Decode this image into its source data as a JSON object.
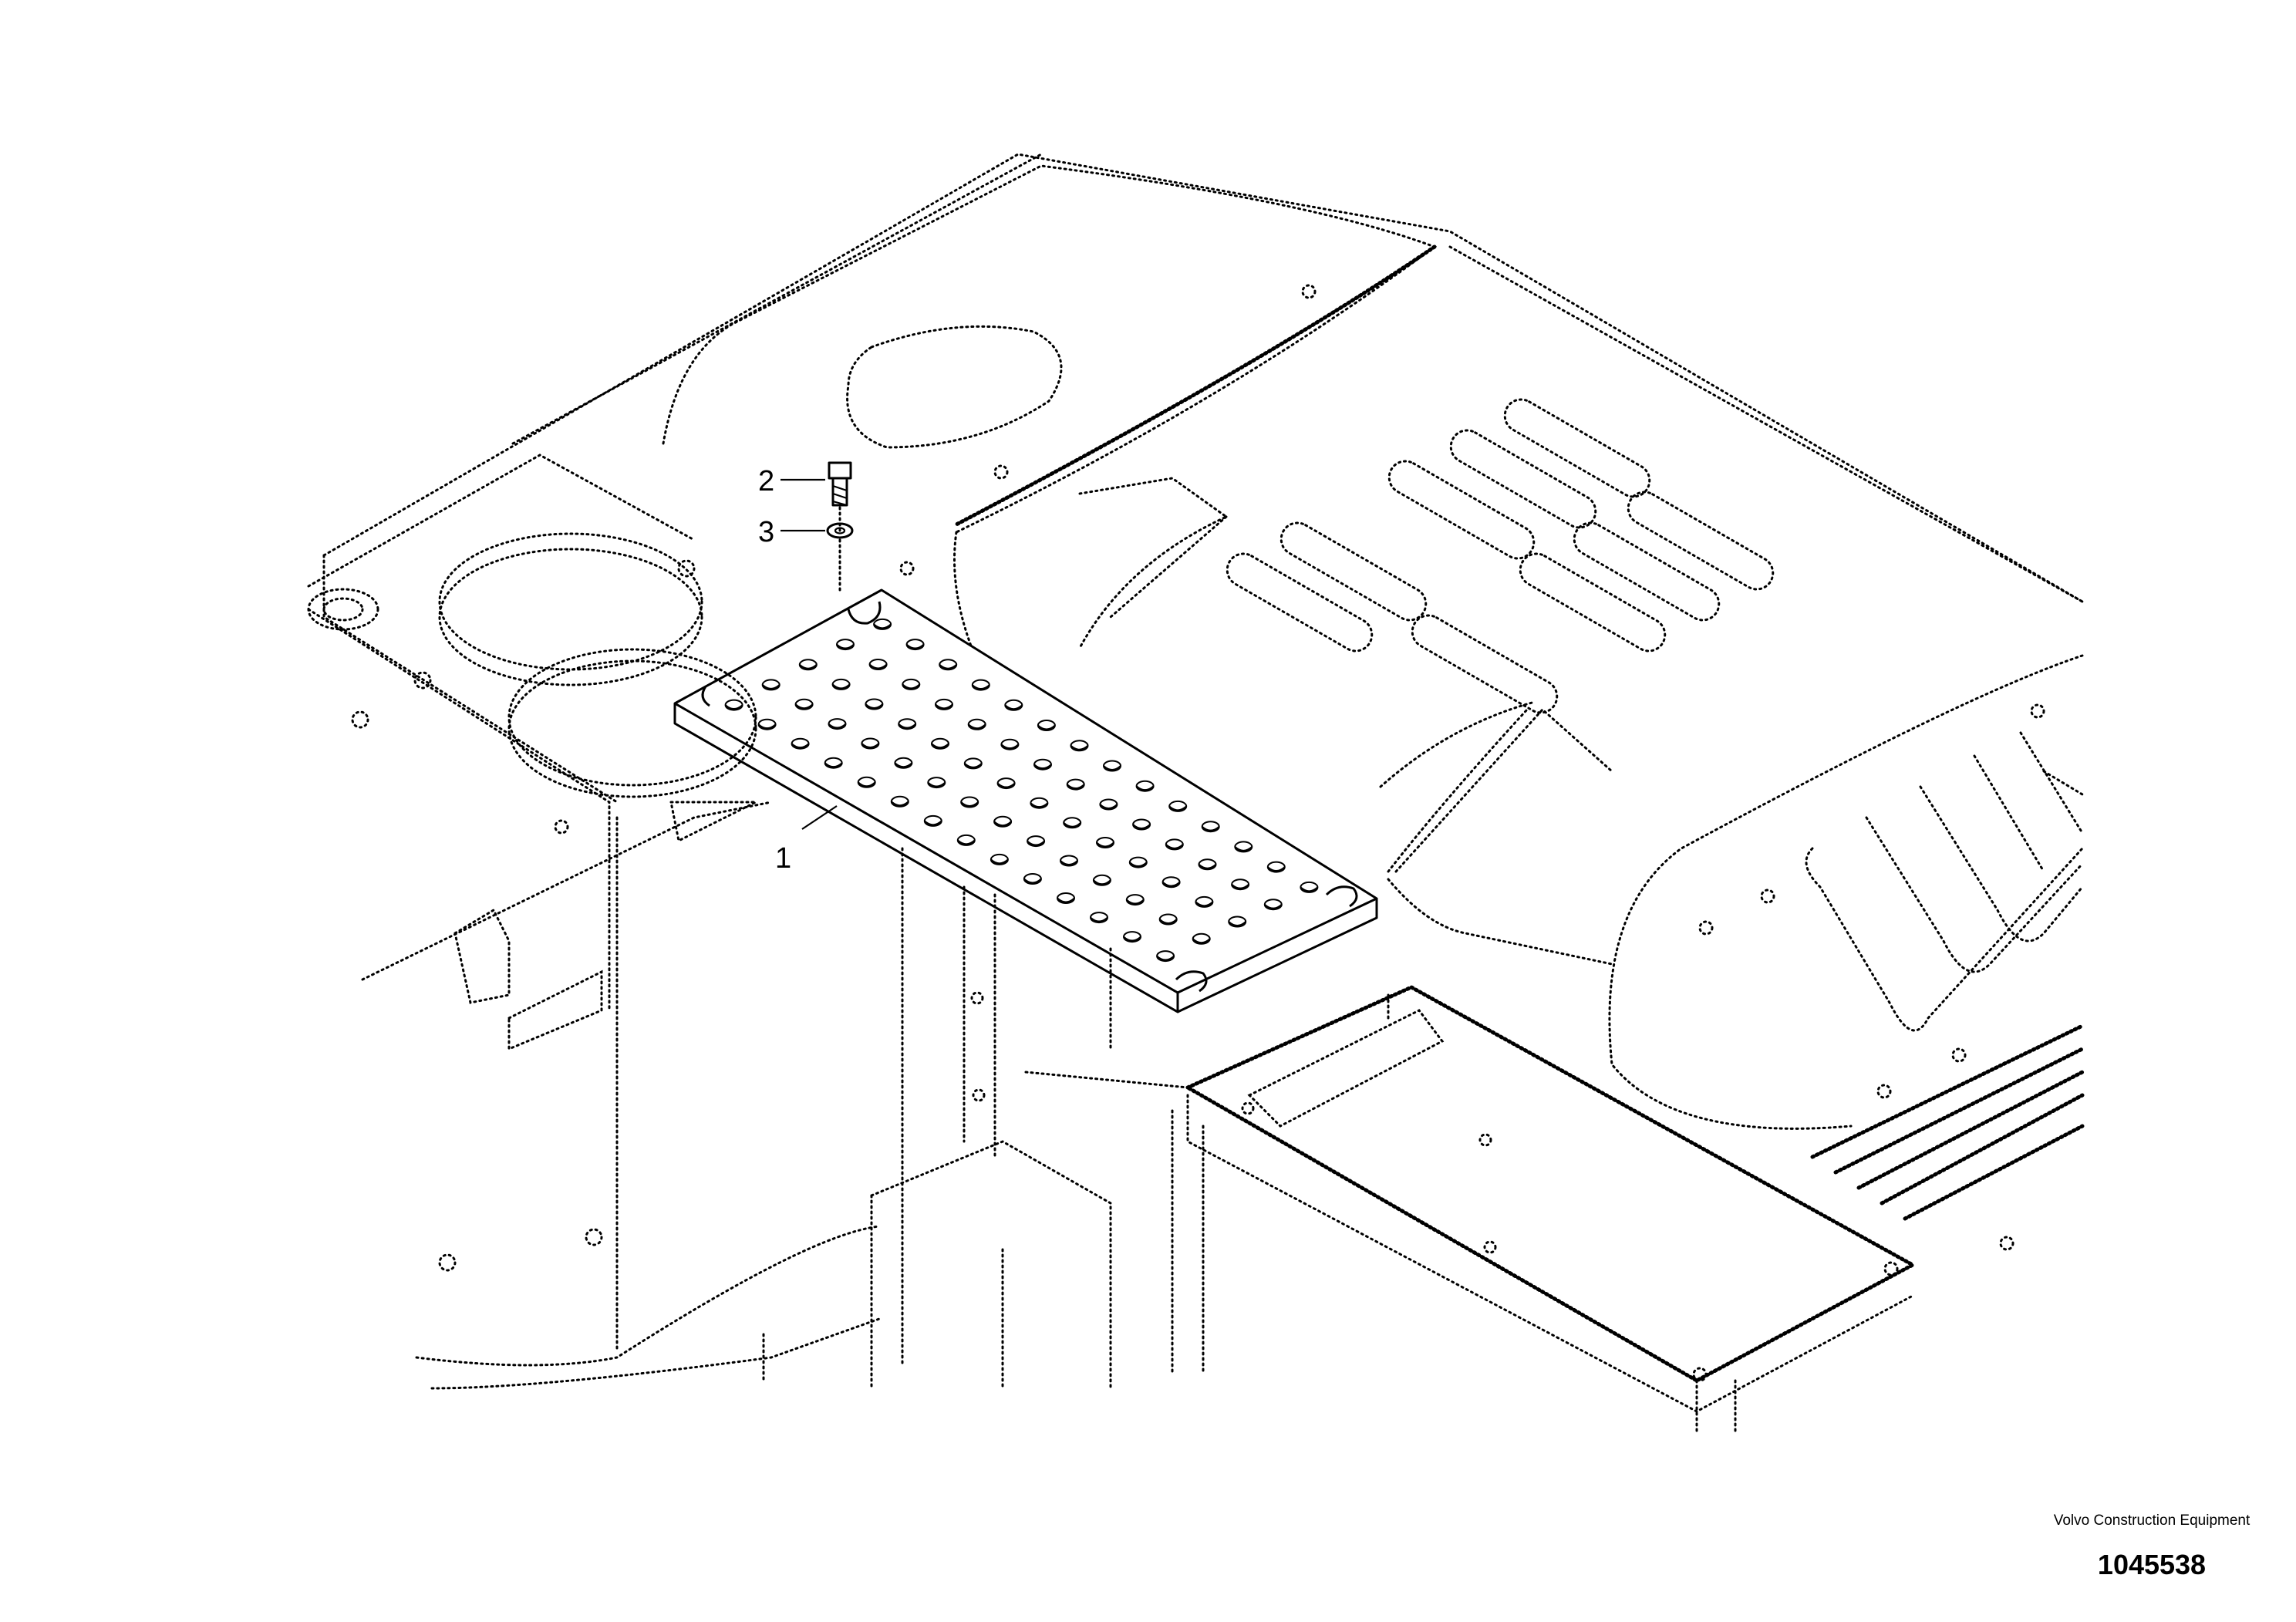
{
  "callouts": [
    {
      "id": "1",
      "label": "1"
    },
    {
      "id": "2",
      "label": "2"
    },
    {
      "id": "3",
      "label": "3"
    }
  ],
  "footer": {
    "manufacturer": "Volvo Construction Equipment",
    "document_number": "1045538"
  }
}
